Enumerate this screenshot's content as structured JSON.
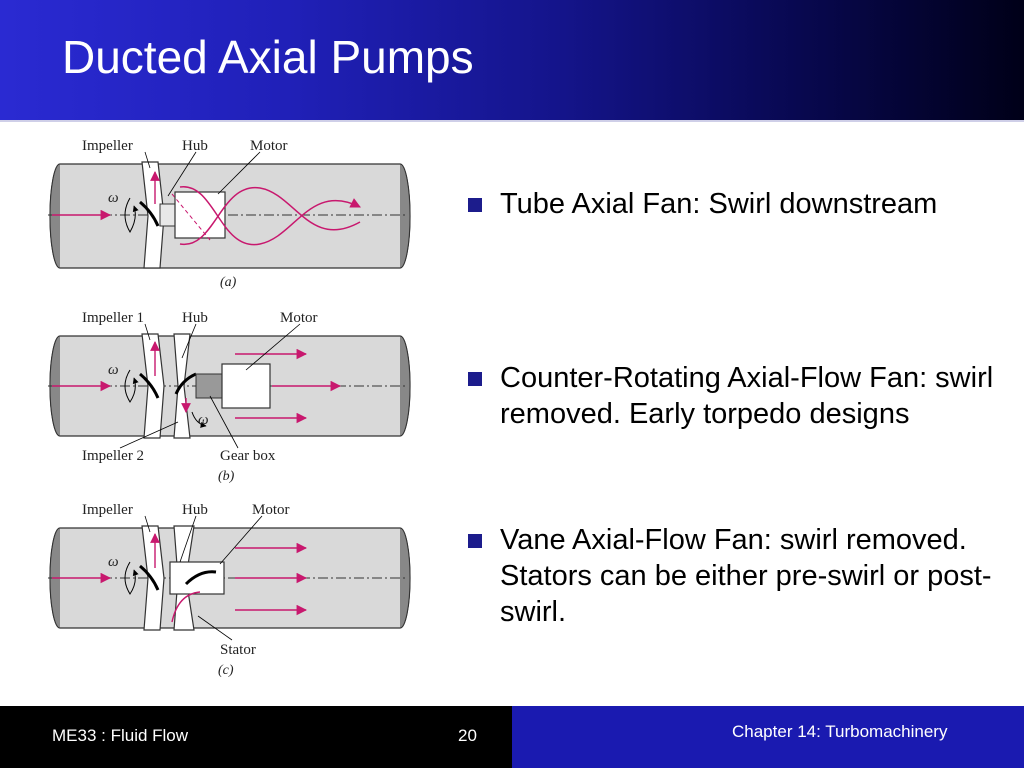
{
  "slide": {
    "title": "Ducted Axial Pumps"
  },
  "diagrams": {
    "a": {
      "labels": [
        "Impeller",
        "Hub",
        "Motor"
      ],
      "omega": "ω",
      "caption": "(a)"
    },
    "b": {
      "labels": [
        "Impeller 1",
        "Hub",
        "Motor"
      ],
      "bottom_labels": [
        "Impeller 2",
        "Gear box"
      ],
      "omega": "ω",
      "omega2": "ω",
      "caption": "(b)"
    },
    "c": {
      "labels": [
        "Impeller",
        "Hub",
        "Motor"
      ],
      "bottom_labels": [
        "Stator"
      ],
      "omega": "ω",
      "caption": "(c)"
    }
  },
  "bullets": [
    "Tube Axial Fan:  Swirl downstream",
    "Counter-Rotating Axial-Flow Fan:  swirl removed.  Early torpedo designs",
    "Vane Axial-Flow Fan:  swirl removed.  Stators can be either pre-swirl or post-swirl."
  ],
  "footer": {
    "course": "ME33 :  Fluid Flow",
    "page": "20",
    "chapter": "Chapter 14:  Turbomachinery"
  },
  "colors": {
    "header_start": "#2a2ad2",
    "header_end": "#000018",
    "bullet_square": "#1c1c8c",
    "footer_right": "#1a1ab0",
    "flow_arrow": "#c8186e",
    "pipe_fill": "#d9d9d9"
  }
}
